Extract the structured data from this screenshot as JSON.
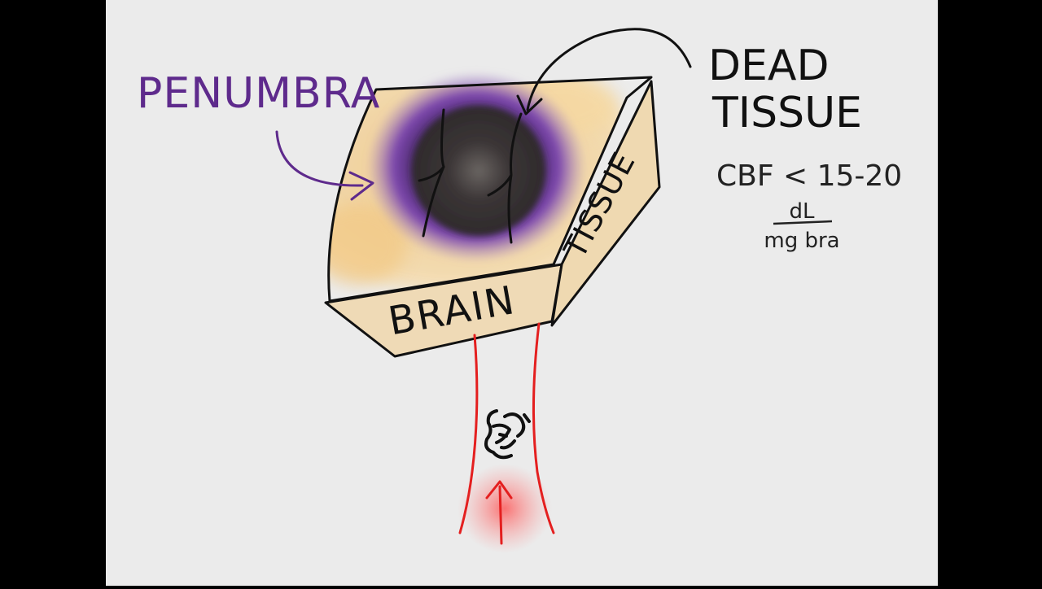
{
  "labels": {
    "penumbra": "PENUMBRA",
    "dead_line1": "DEAD",
    "dead_line2": "TISSUE",
    "cbf": "CBF < 15-20",
    "numerator": "dL",
    "denominator": "mg bra",
    "brain": "BRAIN",
    "tissue": "TISSUE"
  },
  "colors": {
    "canvas": "#ebebeb",
    "letterbox": "#000000",
    "penumbra": "#5e2a8c",
    "penumbra_glow": "#8a55b8",
    "core": "#3a3536",
    "tissue_fill": "#f1cf92",
    "ink": "#111111",
    "vessel": "#e41f1f"
  },
  "icons": {
    "clot": "clot-icon",
    "flow_arrow": "arrow-up-icon"
  }
}
